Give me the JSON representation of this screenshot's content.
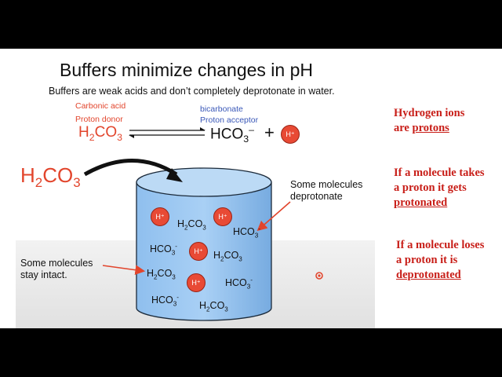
{
  "title": "Buffers minimize changes in pH",
  "subtitle": "Buffers are weak acids and don’t completely deprotonate in water.",
  "reaction": {
    "acid_name": "Carbonic acid",
    "acid_role": "Proton donor",
    "base_name": "bicarbonate",
    "base_role": "Proton acceptor",
    "acid_formula": {
      "main": "H",
      "sub": "2",
      "rest": "CO",
      "sub2": "3"
    },
    "base_formula": {
      "main": "HCO",
      "sub": "3",
      "sup": "–"
    },
    "plus": "+",
    "proton": "H⁺"
  },
  "big_formula": {
    "main": "H",
    "sub": "2",
    "rest": "CO",
    "sub2": "3"
  },
  "beaker": {
    "ion_label": "H⁺",
    "h2co3": {
      "main": "H",
      "sub": "2",
      "rest": "CO",
      "sub2": "3"
    },
    "hco3": {
      "main": "HCO",
      "sub": "3",
      "sup": "-"
    }
  },
  "notes": {
    "deprotonate_line1": "Some molecules",
    "deprotonate_line2": "deprotonate",
    "intact_line1": "Some molecules",
    "intact_line2": "stay intact."
  },
  "sidebar": {
    "hydrogen_line1": "Hydrogen ions",
    "hydrogen_line2_prefix": "are ",
    "hydrogen_line2_term": "protons",
    "takes_line1": "If a molecule takes",
    "takes_line2": "a proton it gets",
    "takes_line3": "protonated",
    "loses_line1": "If a molecule loses",
    "loses_line2": "a proton it is",
    "loses_line3": "deprotonated"
  },
  "colors": {
    "accent_red": "#e2452c",
    "label_blue": "#3a58b8",
    "serif_red": "#c81e18",
    "water": "#7fb2e6"
  }
}
